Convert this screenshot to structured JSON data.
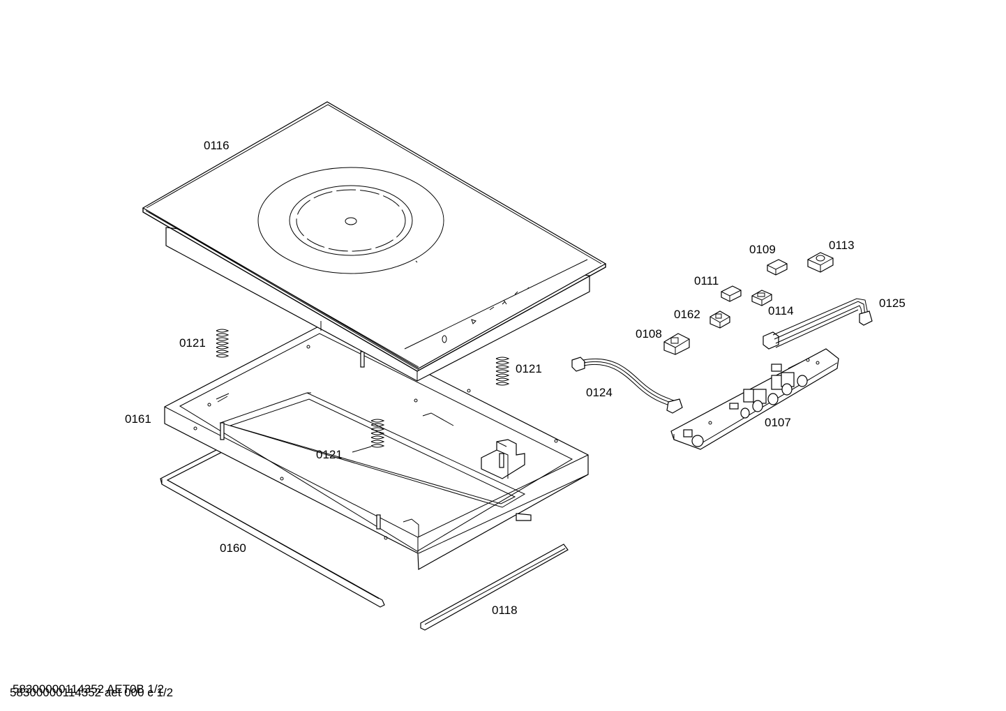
{
  "labels": {
    "p0116": "0116",
    "p0121_a": "0121",
    "p0121_b": "0121",
    "p0121_c": "0121",
    "p0161": "0161",
    "p0160": "0160",
    "p0118": "0118",
    "p0124": "0124",
    "p0107": "0107",
    "p0108": "0108",
    "p0162": "0162",
    "p0111": "0111",
    "p0114": "0114",
    "p0109": "0109",
    "p0113": "0113",
    "p0125": "0125"
  },
  "footer": {
    "line_a": "58300000114352 AET0B 1/2",
    "line_b": "58300000114352 aet 000 c 1/2"
  }
}
